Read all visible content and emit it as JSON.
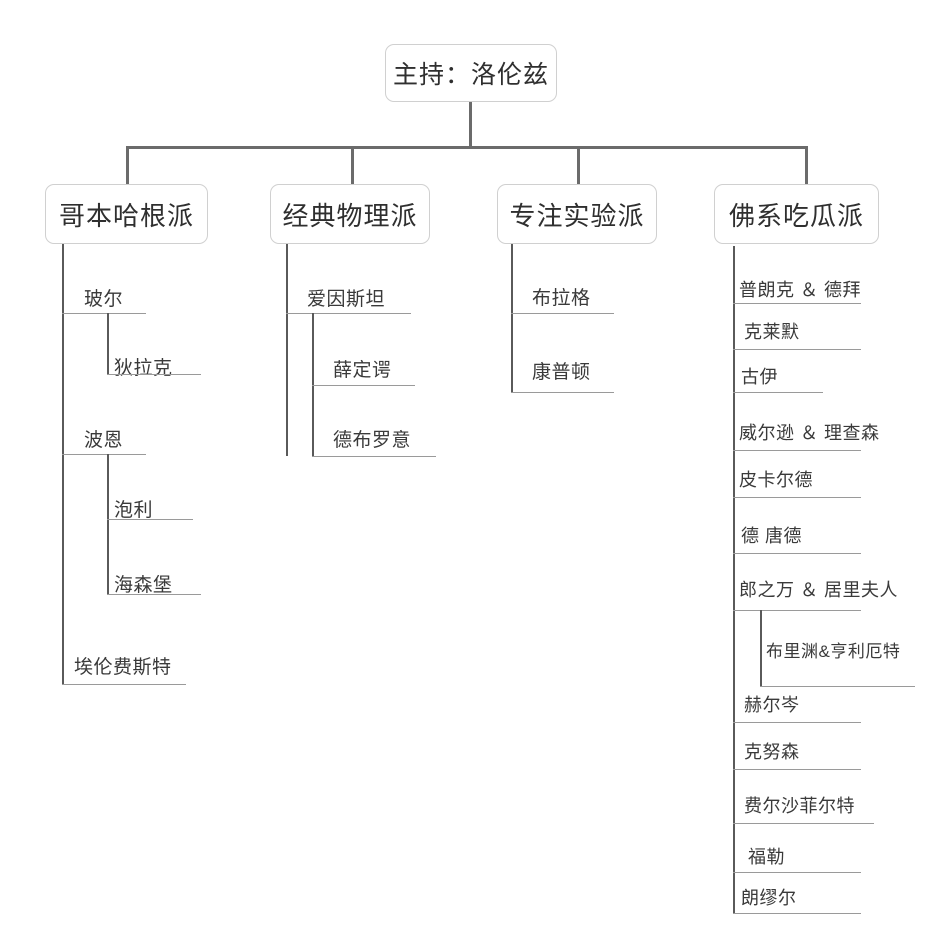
{
  "diagram": {
    "title_node": {
      "label": "主持：洛伦兹"
    },
    "factions": [
      {
        "id": "copenhagen",
        "label": "哥本哈根派"
      },
      {
        "id": "classical",
        "label": "经典物理派"
      },
      {
        "id": "experiment",
        "label": "专注实验派"
      },
      {
        "id": "bystander",
        "label": "佛系吃瓜派"
      }
    ],
    "copenhagen_members": [
      {
        "label": "玻尔",
        "level": 1
      },
      {
        "label": "狄拉克",
        "level": 2
      },
      {
        "label": "波恩",
        "level": 1
      },
      {
        "label": "泡利",
        "level": 2
      },
      {
        "label": "海森堡",
        "level": 2
      },
      {
        "label": "埃伦费斯特",
        "level": 1
      }
    ],
    "classical_members": [
      {
        "label": "爱因斯坦",
        "level": 1
      },
      {
        "label": "薛定谔",
        "level": 2
      },
      {
        "label": "德布罗意",
        "level": 2
      }
    ],
    "experiment_members": [
      {
        "label": "布拉格",
        "level": 1
      },
      {
        "label": "康普顿",
        "level": 1
      }
    ],
    "bystander_members": [
      {
        "label": "普朗克 ＆ 德拜",
        "level": 1
      },
      {
        "label": "克莱默",
        "level": 1
      },
      {
        "label": "古伊",
        "level": 1
      },
      {
        "label": "威尔逊 ＆ 理查森",
        "level": 1
      },
      {
        "label": "皮卡尔德",
        "level": 1
      },
      {
        "label": "德 唐德",
        "level": 1
      },
      {
        "label": "郎之万 ＆ 居里夫人",
        "level": 1
      },
      {
        "label": "布里渊&亨利厄特",
        "level": 2
      },
      {
        "label": "赫尔岑",
        "level": 1
      },
      {
        "label": "克努森",
        "level": 1
      },
      {
        "label": "费尔沙菲尔特",
        "level": 1
      },
      {
        "label": "福勒",
        "level": 1
      },
      {
        "label": "朗缪尔",
        "level": 1
      }
    ],
    "colors": {
      "connector": "#6b6b6b",
      "spine": "#5a5a5a",
      "underline": "#9a9a9a",
      "box_border": "#d0d0d0",
      "text": "#2f2f2f",
      "background": "#ffffff"
    }
  }
}
